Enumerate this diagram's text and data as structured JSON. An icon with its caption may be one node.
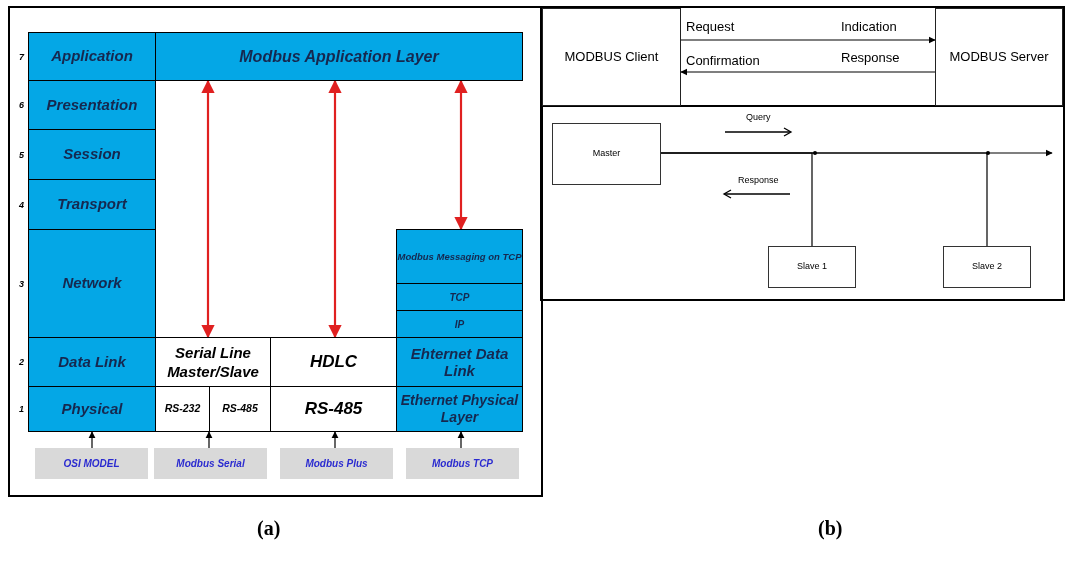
{
  "diagram": {
    "nodes": [
      {
        "text": [
          "Application"
        ],
        "beside": [
          "7"
        ]
      },
      {
        "text": [
          "Presentation"
        ],
        "beside": [
          "6"
        ]
      },
      {
        "text": [
          "Session"
        ],
        "beside": [
          "5"
        ]
      },
      {
        "text": [
          "Transport"
        ],
        "beside": [
          "4"
        ]
      },
      {
        "text": [
          "Network"
        ],
        "beside": [
          "3"
        ]
      },
      {
        "text": [
          "Data Link"
        ],
        "beside": [
          "2"
        ]
      },
      {
        "text": [
          "Physical"
        ],
        "beside": [
          "1"
        ]
      },
      {
        "text": [
          "Modbus Application Layer"
        ]
      },
      {
        "text": [
          "Serial Line Master/Slave"
        ]
      },
      {
        "text": [
          "HDLC"
        ]
      },
      {
        "text": [
          "RS-232"
        ]
      },
      {
        "text": [
          "RS-485"
        ]
      },
      {
        "text": [
          "RS-485"
        ]
      },
      {
        "text": [
          "Modbus Messaging on TCP"
        ]
      },
      {
        "text": [
          "TCP"
        ]
      },
      {
        "text": [
          "IP"
        ]
      },
      {
        "text": [
          "Ehternet Data Link"
        ]
      },
      {
        "text": [
          "Ethernet Physical Layer"
        ]
      },
      {
        "text": [
          "OSI MODEL"
        ]
      },
      {
        "text": [
          "Modbus Serial"
        ]
      },
      {
        "text": [
          "Modbus Plus"
        ]
      },
      {
        "text": [
          "Modbus TCP"
        ]
      },
      {
        "text": [
          "MODBUS Client"
        ]
      },
      {
        "text": [
          "MODBUS Server"
        ]
      },
      {
        "text": [
          "Master"
        ]
      },
      {
        "text": [
          "Slave 1"
        ]
      },
      {
        "text": [
          "Slave 2"
        ]
      }
    ],
    "edges": [
      {
        "from": 7,
        "to": 8,
        "arrow": "both",
        "color": "#e02020"
      },
      {
        "from": 7,
        "to": 9,
        "arrow": "both",
        "color": "#e02020"
      },
      {
        "from": 7,
        "to": 13,
        "arrow": "both",
        "color": "#e02020"
      },
      {
        "from": 18,
        "to": 6,
        "arrow": "to"
      },
      {
        "from": 19,
        "to": 10,
        "arrow": "to"
      },
      {
        "from": 20,
        "to": 12,
        "arrow": "to"
      },
      {
        "from": 21,
        "to": 17,
        "arrow": "to"
      },
      {
        "from": 22,
        "to": 23,
        "arrow": "to"
      },
      {
        "from": 23,
        "to": 22,
        "arrow": "to"
      },
      {
        "from": 24,
        "to": null,
        "arrow": "to"
      },
      {
        "from": 24,
        "to": 25,
        "arrow": "none"
      },
      {
        "from": 24,
        "to": 26,
        "arrow": "none"
      }
    ],
    "labels": [
      "Request",
      "Indication",
      "Confirmation",
      "Response",
      "Query",
      "Response",
      "(a)",
      "(b)"
    ]
  }
}
